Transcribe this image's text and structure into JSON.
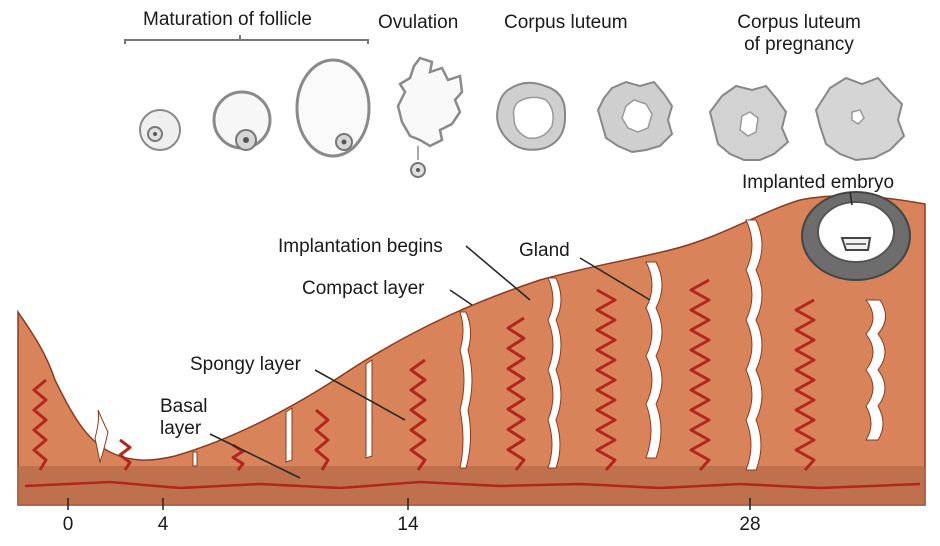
{
  "labels": {
    "maturation": "Maturation of follicle",
    "ovulation": "Ovulation",
    "corpus_luteum": "Corpus luteum",
    "corpus_luteum_pregnancy_line1": "Corpus luteum",
    "corpus_luteum_pregnancy_line2": "of pregnancy",
    "implanted_embryo": "Implanted embryo",
    "implantation_begins": "Implantation begins",
    "gland": "Gland",
    "compact_layer": "Compact layer",
    "spongy_layer": "Spongy layer",
    "basal_layer_line1": "Basal",
    "basal_layer_line2": "layer"
  },
  "axis": {
    "ticks": [
      "0",
      "4",
      "14",
      "28"
    ]
  },
  "colors": {
    "endometrium": "#d9835a",
    "endometrium_dark": "#c46a45",
    "basal": "#b05b3c",
    "vessel": "#b3261e",
    "follicle_stroke": "#8a8a8a",
    "corpus": "#cfcfcf",
    "embryo_ring": "#6d6d6d"
  }
}
